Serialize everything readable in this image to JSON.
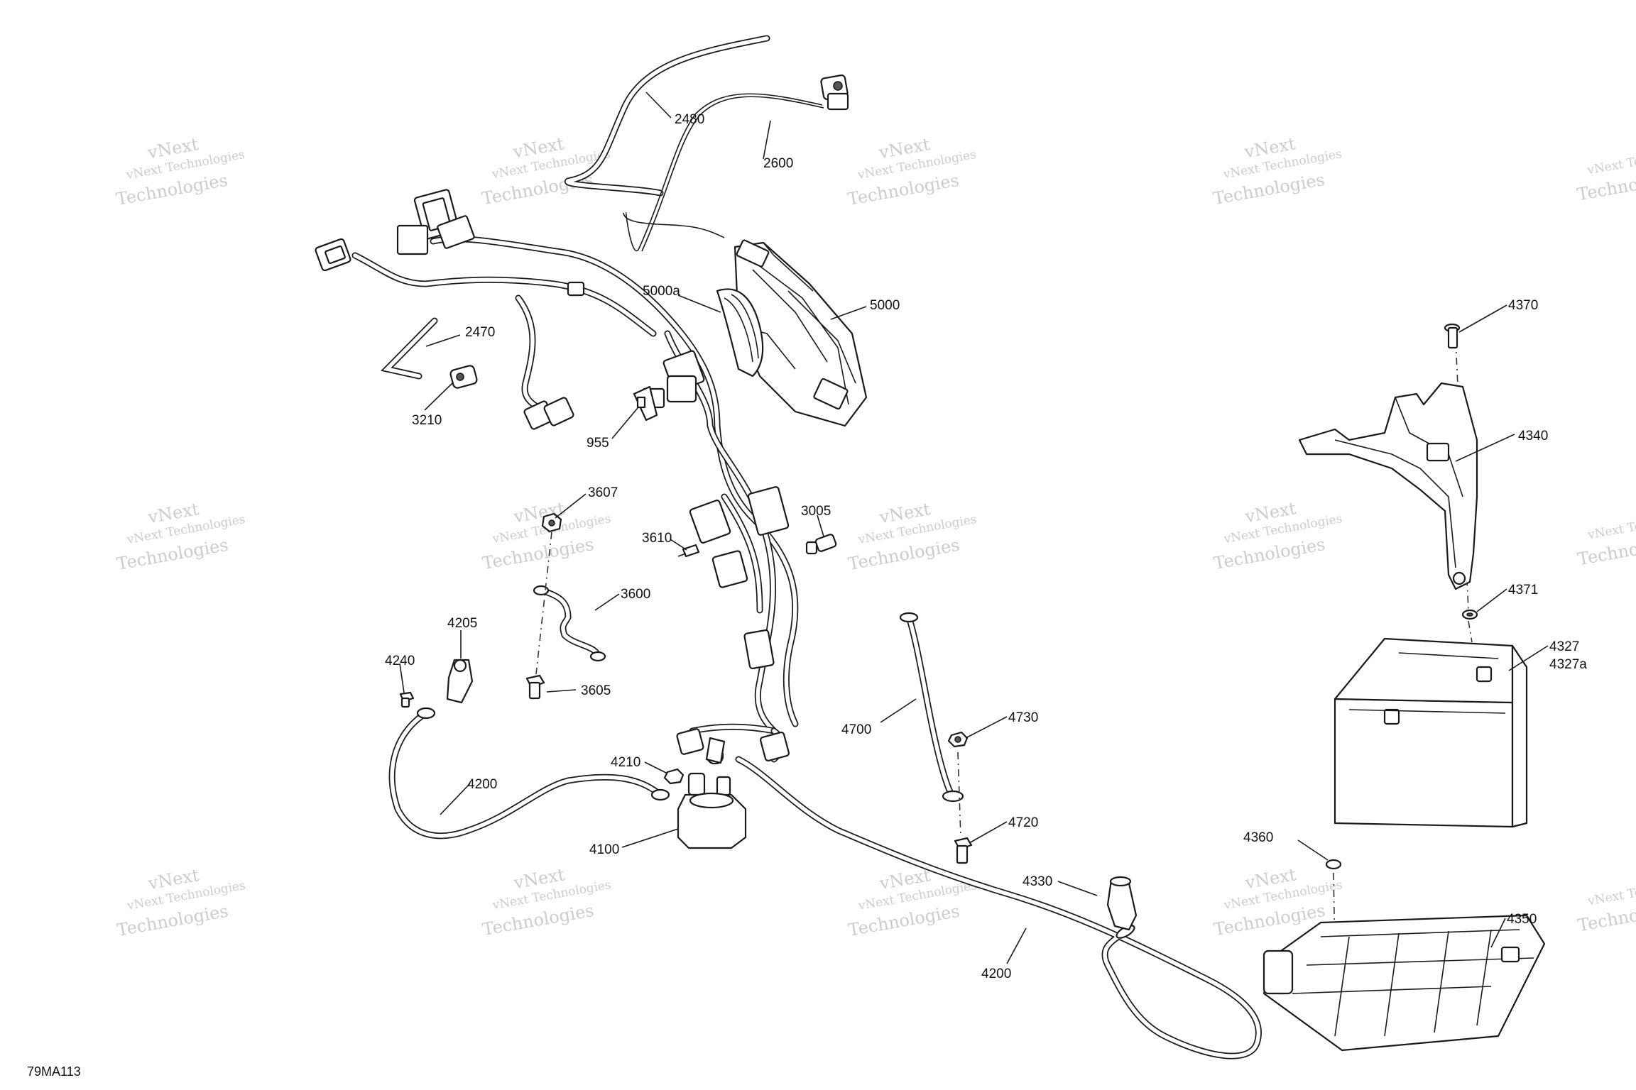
{
  "figure_ref": "79MA113",
  "watermark": {
    "line1": "vNext Technologies",
    "line2": "Technologies",
    "overlay": "vNext"
  },
  "callouts": {
    "c2480": "2480",
    "c2600": "2600",
    "c5000a": "5000a",
    "c5000": "5000",
    "c2470": "2470",
    "c3210": "3210",
    "c955": "955",
    "c3607": "3607",
    "c3005": "3005",
    "c3610": "3610",
    "c3600": "3600",
    "c4205": "4205",
    "c4240": "4240",
    "c3605": "3605",
    "c4700": "4700",
    "c4730": "4730",
    "c4210": "4210",
    "c4200a": "4200",
    "c4100": "4100",
    "c4720": "4720",
    "c4330": "4330",
    "c4200b": "4200",
    "c4370": "4370",
    "c4340": "4340",
    "c4371": "4371",
    "c4327": "4327",
    "c4327a": "4327a",
    "c4360": "4360",
    "c4350": "4350"
  }
}
